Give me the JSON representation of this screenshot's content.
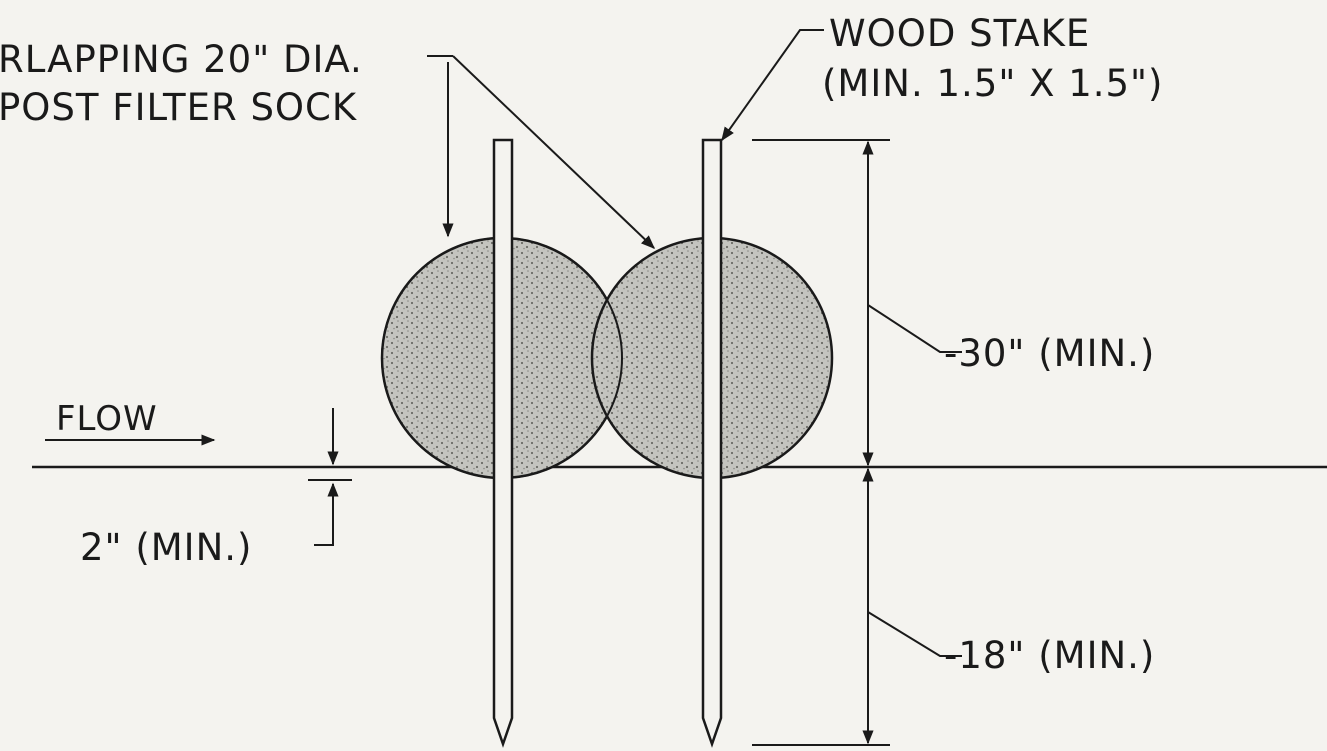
{
  "labels": {
    "sock_line1": "RLAPPING 20\" DIA.",
    "sock_line2": "POST FILTER SOCK",
    "stake_line1": "WOOD STAKE",
    "stake_line2": "(MIN. 1.5\" X 1.5\")",
    "dim_above": "-30\" (MIN.)",
    "dim_below": "-18\" (MIN.)",
    "dim_embed": "2\" (MIN.)",
    "flow": "FLOW"
  },
  "colors": {
    "line": "#1a1a1a",
    "background": "#f4f3ef",
    "sock_fill": "#b9b9b4"
  }
}
